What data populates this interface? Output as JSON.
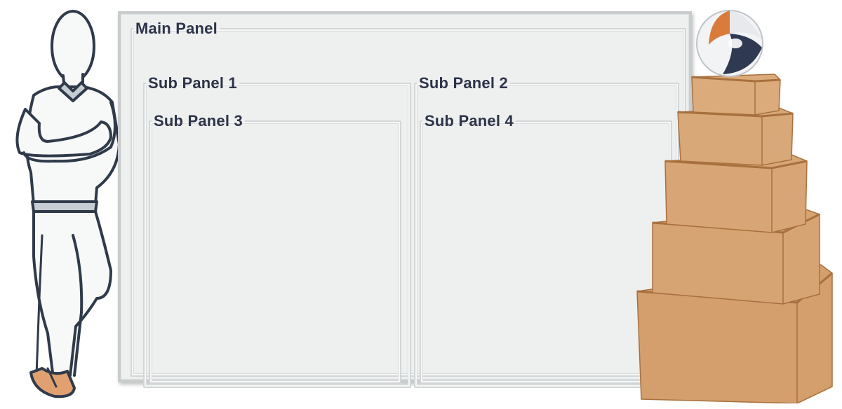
{
  "main_panel": {
    "title": "Main Panel"
  },
  "sub_panels": [
    {
      "title": "Sub Panel 1"
    },
    {
      "title": "Sub Panel 2"
    },
    {
      "title": "Sub Panel 3"
    },
    {
      "title": "Sub Panel 4"
    }
  ],
  "colors": {
    "window_bg": "#eef0f0",
    "border": "#d3d6d7",
    "title_text": "#2d3448",
    "box_tan": "#d4a373",
    "ball_orange": "#d97b3a",
    "ball_navy": "#2f3a52"
  },
  "illustrations": [
    "standing-man-illustration",
    "beach-ball-illustration",
    "stacked-boxes-illustration"
  ]
}
